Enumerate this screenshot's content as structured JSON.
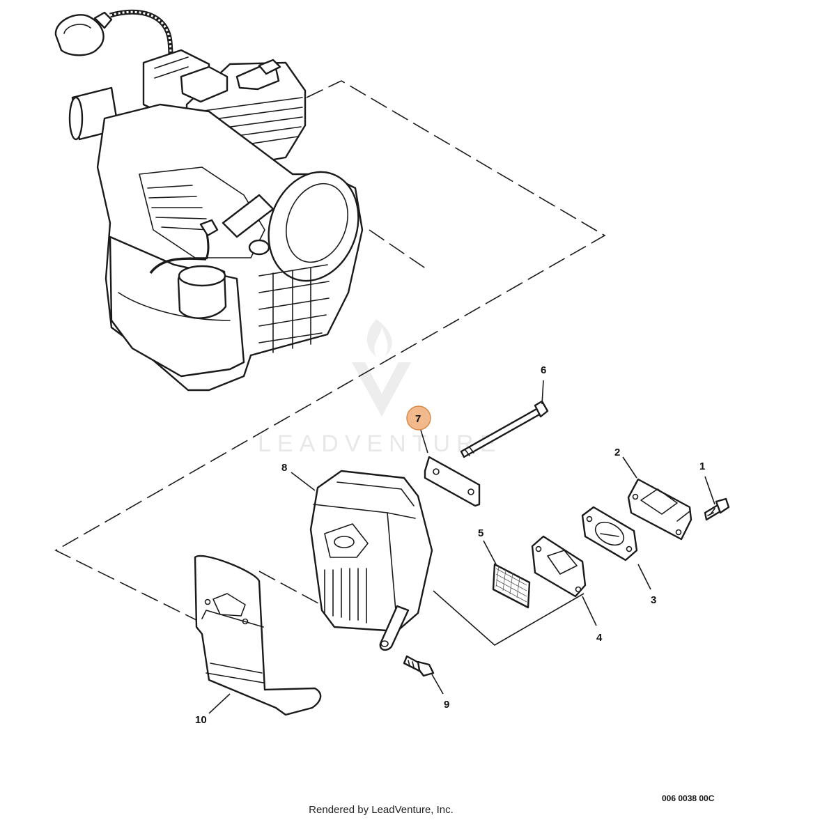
{
  "diagram": {
    "callouts": [
      {
        "id": "1",
        "label": "1"
      },
      {
        "id": "2",
        "label": "2"
      },
      {
        "id": "3",
        "label": "3"
      },
      {
        "id": "4",
        "label": "4"
      },
      {
        "id": "5",
        "label": "5"
      },
      {
        "id": "6",
        "label": "6"
      },
      {
        "id": "7",
        "label": "7",
        "highlighted": true
      },
      {
        "id": "8",
        "label": "8"
      },
      {
        "id": "9",
        "label": "9"
      },
      {
        "id": "10",
        "label": "10"
      }
    ],
    "highlight_color": "#f2b98c",
    "highlight_stroke": "#d98a4a",
    "drawing_code": "006 0038 00C",
    "watermark": "LEADVENTURE",
    "footer": "Rendered by LeadVenture, Inc."
  }
}
